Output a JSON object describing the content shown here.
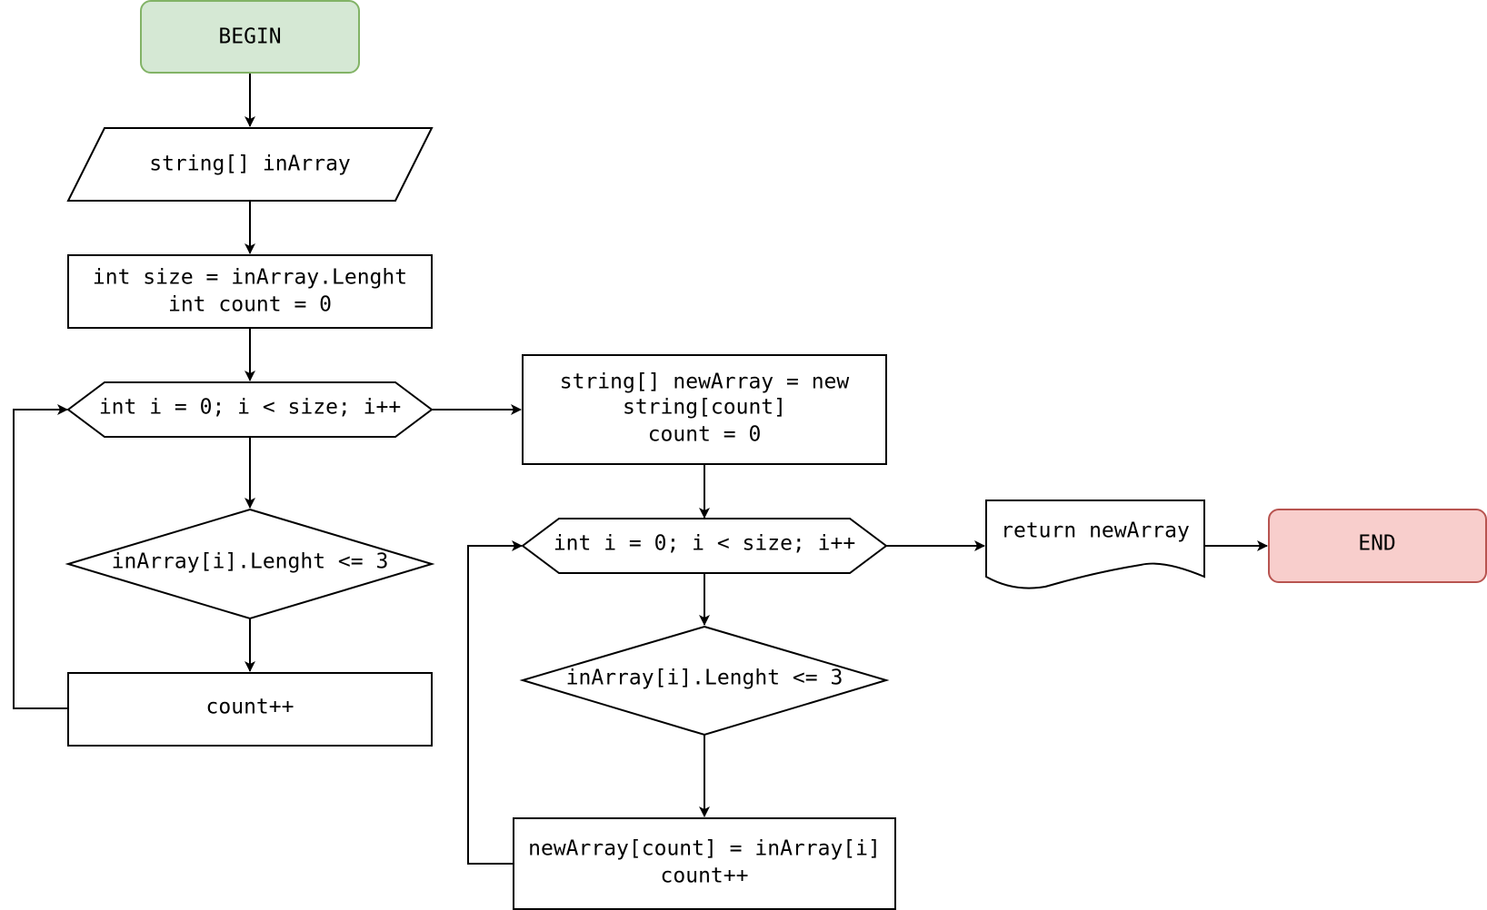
{
  "colors": {
    "stroke": "#000000",
    "text": "#000000",
    "background": "#ffffff",
    "start_fill": "#d5e8d4",
    "start_stroke": "#82b366",
    "end_fill": "#f8cecc",
    "end_stroke": "#b85450",
    "process_fill": "#ffffff"
  },
  "nodes": {
    "begin": {
      "label": "BEGIN"
    },
    "input_array": {
      "label": "string[] inArray"
    },
    "init_vars": {
      "lines": [
        "int size = inArray.Lenght",
        "int count = 0"
      ]
    },
    "loop_count": {
      "label": "int i = 0; i < size; i++"
    },
    "cond_count": {
      "label": "inArray[i].Lenght <= 3"
    },
    "count_inc": {
      "label": "count++"
    },
    "new_array": {
      "lines": [
        "string[] newArray = new",
        "string[count]",
        "count = 0"
      ]
    },
    "loop_fill": {
      "label": "int i = 0; i < size; i++"
    },
    "cond_fill": {
      "label": "inArray[i].Lenght <= 3"
    },
    "assign_fill": {
      "lines": [
        "newArray[count] = inArray[i]",
        "count++"
      ]
    },
    "output": {
      "label": "return newArray"
    },
    "end": {
      "label": "END"
    }
  }
}
